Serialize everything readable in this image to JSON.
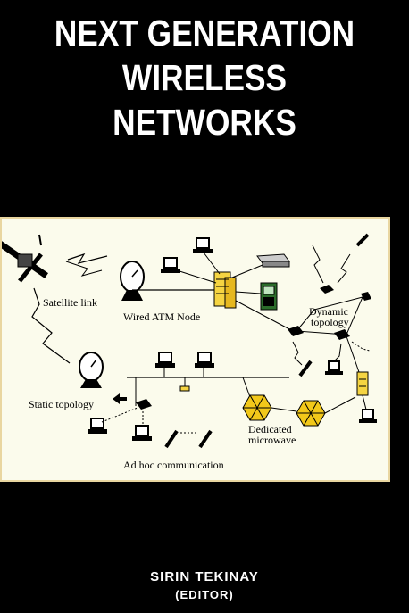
{
  "cover": {
    "title_lines": [
      "NEXT GENERATION",
      "WIRELESS",
      "NETWORKS"
    ],
    "author": "SIRIN TEKINAY",
    "role": "(EDITOR)"
  },
  "diagram": {
    "labels": {
      "satellite_link": "Satellite link",
      "wired_atm_node": "Wired ATM Node",
      "dynamic": "Dynamic",
      "topology": "topology",
      "static_topology": "Static topology",
      "dedicated": "Dedicated",
      "microwave": "microwave",
      "ad_hoc": "Ad hoc communication"
    },
    "colors": {
      "background": "#fbfbec",
      "node_yellow": "#f5d442",
      "hex_yellow": "#f2c81a",
      "line": "#000000"
    }
  }
}
